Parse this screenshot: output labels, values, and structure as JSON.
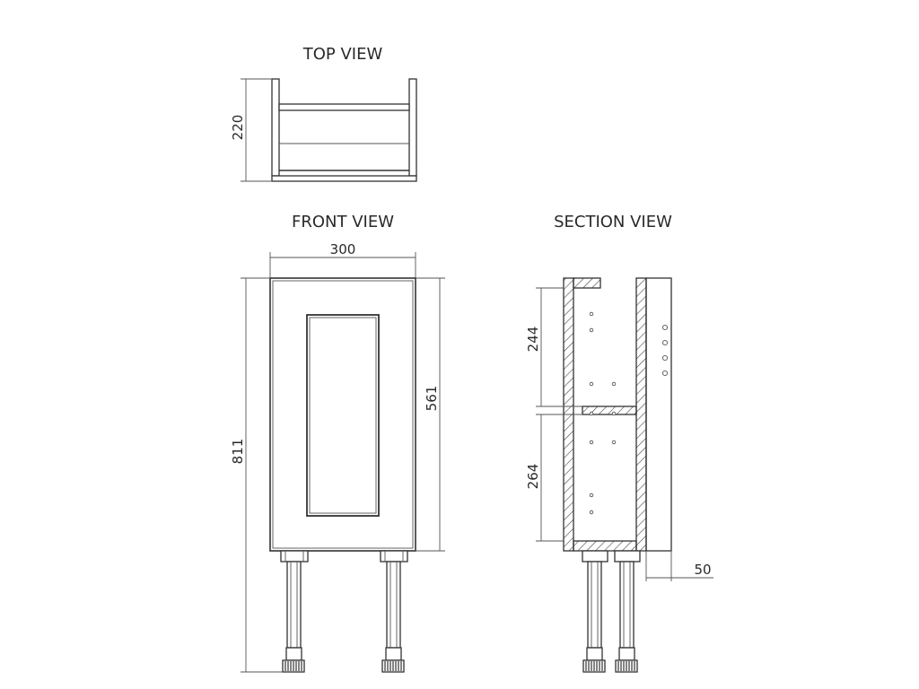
{
  "views": {
    "top_title": "TOP VIEW",
    "front_title": "FRONT VIEW",
    "section_title": "SECTION VIEW"
  },
  "dimensions": {
    "top_depth": "220",
    "front_width": "300",
    "front_total_height": "811",
    "front_carcass_height": "561",
    "section_upper_shelf": "244",
    "section_lower_shelf": "264",
    "section_leg_offset": "50"
  }
}
